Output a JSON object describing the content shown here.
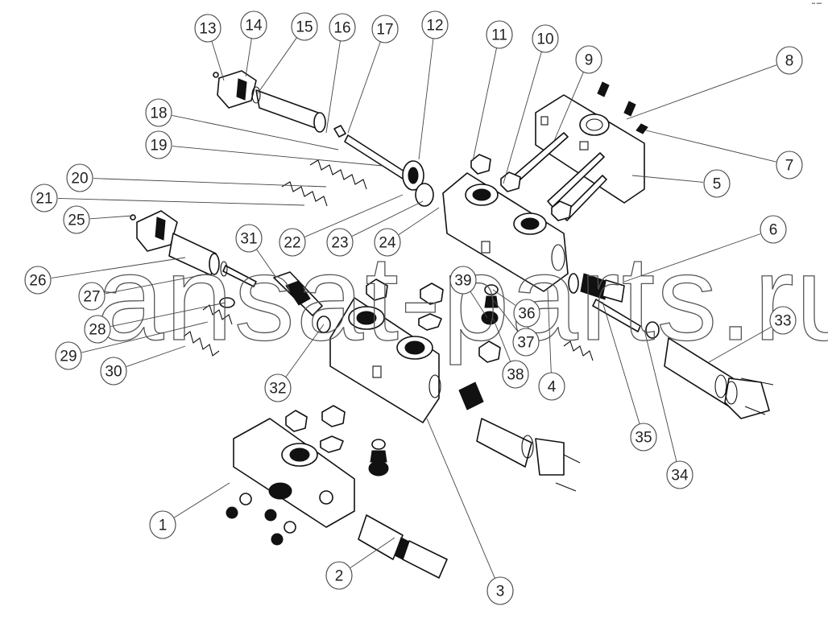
{
  "diagram": {
    "title": "Hydraulic control valve exploded view",
    "watermark": "ansat-parts.ru",
    "corner_mark": "▪▪ ▪▪▪",
    "callouts": [
      {
        "id": "1"
      },
      {
        "id": "2"
      },
      {
        "id": "3"
      },
      {
        "id": "4"
      },
      {
        "id": "5"
      },
      {
        "id": "6"
      },
      {
        "id": "7"
      },
      {
        "id": "8"
      },
      {
        "id": "9"
      },
      {
        "id": "10"
      },
      {
        "id": "11"
      },
      {
        "id": "12"
      },
      {
        "id": "13"
      },
      {
        "id": "14"
      },
      {
        "id": "15"
      },
      {
        "id": "16"
      },
      {
        "id": "17"
      },
      {
        "id": "18"
      },
      {
        "id": "19"
      },
      {
        "id": "20"
      },
      {
        "id": "21"
      },
      {
        "id": "22"
      },
      {
        "id": "23"
      },
      {
        "id": "24"
      },
      {
        "id": "25"
      },
      {
        "id": "26"
      },
      {
        "id": "27"
      },
      {
        "id": "28"
      },
      {
        "id": "29"
      },
      {
        "id": "30"
      },
      {
        "id": "31"
      },
      {
        "id": "32"
      },
      {
        "id": "33"
      },
      {
        "id": "34"
      },
      {
        "id": "35"
      },
      {
        "id": "36"
      },
      {
        "id": "37"
      },
      {
        "id": "38"
      },
      {
        "id": "39"
      }
    ]
  }
}
